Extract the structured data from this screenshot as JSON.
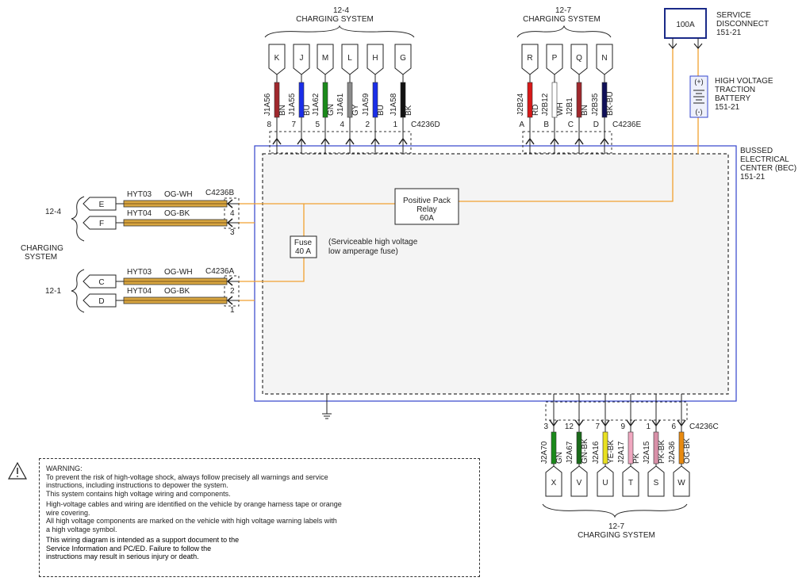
{
  "top_left_group": {
    "number": "12-4",
    "title": "CHARGING SYSTEM"
  },
  "top_right_group": {
    "number": "12-7",
    "title": "CHARGING SYSTEM"
  },
  "bottom_group": {
    "number": "12-7",
    "title": "CHARGING SYSTEM"
  },
  "left_group": {
    "upper_number": "12-4",
    "lower_number": "12-1",
    "title_line1": "CHARGING",
    "title_line2": "SYSTEM"
  },
  "service_disconnect": {
    "rating": "100A",
    "label_line1": "SERVICE",
    "label_line2": "DISCONNECT",
    "ref": "151-21"
  },
  "battery": {
    "plus": "(+)",
    "minus": "(-)",
    "label_line1": "HIGH VOLTAGE",
    "label_line2": "TRACTION",
    "label_line3": "BATTERY",
    "ref": "151-21"
  },
  "bec": {
    "label_line1": "BUSSED",
    "label_line2": "ELECTRICAL",
    "label_line3": "CENTER (BEC)",
    "ref": "151-21"
  },
  "relay": {
    "line1": "Positive Pack",
    "line2": "Relay",
    "line3": "60A"
  },
  "fuse": {
    "line1": "Fuse",
    "line2": "40 A",
    "note_line1": "(Serviceable high voltage",
    "note_line2": "low amperage fuse)"
  },
  "connector_d": {
    "name": "C4236D",
    "pins": [
      {
        "letter": "K",
        "circuit": "J1A56",
        "color": "BN",
        "pin": "8",
        "hex": "#a0282d"
      },
      {
        "letter": "J",
        "circuit": "J1A55",
        "color": "BU",
        "pin": "7",
        "hex": "#1a2ee8"
      },
      {
        "letter": "M",
        "circuit": "J1A62",
        "color": "GN",
        "pin": "5",
        "hex": "#1a8a1a"
      },
      {
        "letter": "L",
        "circuit": "J1A61",
        "color": "GY",
        "pin": "4",
        "hex": "#8a8a8a"
      },
      {
        "letter": "H",
        "circuit": "J1A59",
        "color": "BU",
        "pin": "2",
        "hex": "#1a2ee8"
      },
      {
        "letter": "G",
        "circuit": "J1A58",
        "color": "BK",
        "pin": "1",
        "hex": "#111111"
      }
    ]
  },
  "connector_e": {
    "name": "C4236E",
    "pins": [
      {
        "letter": "R",
        "circuit": "J2B24",
        "color": "RD",
        "pin": "A",
        "hex": "#d81818"
      },
      {
        "letter": "P",
        "circuit": "J2B12",
        "color": "WH",
        "pin": "B",
        "hex": "#ffffff"
      },
      {
        "letter": "Q",
        "circuit": "J2B1",
        "color": "BN",
        "pin": "C",
        "hex": "#a0282d"
      },
      {
        "letter": "N",
        "circuit": "J2B35",
        "color": "BK-BU",
        "pin": "D",
        "hex": "#101058"
      }
    ]
  },
  "connector_b": {
    "name": "C4236B",
    "pins": [
      {
        "letter": "E",
        "circuit": "HYT03",
        "color": "OG-WH",
        "pin": "4"
      },
      {
        "letter": "F",
        "circuit": "HYT04",
        "color": "OG-BK",
        "pin": "3"
      }
    ]
  },
  "connector_a": {
    "name": "C4236A",
    "pins": [
      {
        "letter": "C",
        "circuit": "HYT03",
        "color": "OG-WH",
        "pin": "2"
      },
      {
        "letter": "D",
        "circuit": "HYT04",
        "color": "OG-BK",
        "pin": "1"
      }
    ]
  },
  "connector_c": {
    "name": "C4236C",
    "pins": [
      {
        "letter": "X",
        "circuit": "J2A70",
        "color": "GN",
        "pin": "3",
        "hex": "#1a8a1a"
      },
      {
        "letter": "V",
        "circuit": "J2A67",
        "color": "GN-BK",
        "pin": "12",
        "hex": "#1a6a1a"
      },
      {
        "letter": "U",
        "circuit": "J2A16",
        "color": "YE-BK",
        "pin": "7",
        "hex": "#e8e020"
      },
      {
        "letter": "T",
        "circuit": "J2A17",
        "color": "PK",
        "pin": "9",
        "hex": "#f0a8c0"
      },
      {
        "letter": "S",
        "circuit": "J2A15",
        "color": "PK-BK",
        "pin": "1",
        "hex": "#d890a8"
      },
      {
        "letter": "W",
        "circuit": "J2A36",
        "color": "OG-BK",
        "pin": "6",
        "hex": "#e88a10"
      }
    ]
  },
  "colors": {
    "high_voltage": "#f0a030",
    "harness_tape": "#d9a640",
    "bec_outline": "#3344cc",
    "bec_fill": "#f4f4f4"
  },
  "warning": {
    "title": "WARNING:",
    "para1": "To prevent the risk of high-voltage shock, always follow precisely all warnings and service\ninstructions, including instructions to depower the system.\nThis system contains high voltage wiring and components.",
    "para2": "High-voltage cables and wiring are identified on the vehicle by orange harness tape or orange\nwire covering.\nAll high voltage components are marked on the vehicle with high voltage warning labels with\na high voltage symbol.",
    "para3": "This wiring diagram is intended as a support document to the\nService Information and PC/ED. Failure to follow the\ninstructions may result in serious injury or death."
  }
}
